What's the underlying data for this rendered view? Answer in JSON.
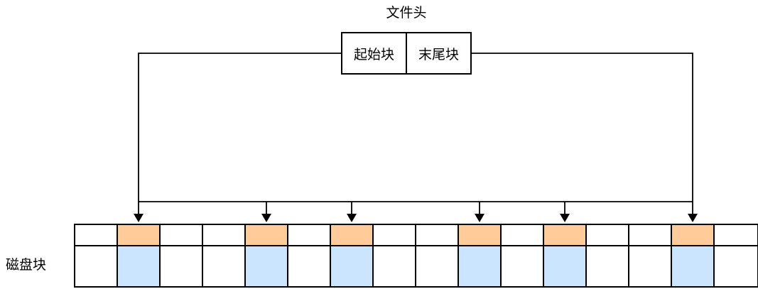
{
  "diagram": {
    "title": "文件头",
    "header_box": {
      "cells": [
        {
          "label": "起始块"
        },
        {
          "label": "末尾块"
        }
      ]
    },
    "disk_label": "磁盘块",
    "disk_blocks": {
      "count": 16,
      "rows": 2,
      "highlighted_indices": [
        1,
        4,
        6,
        9,
        11,
        14
      ],
      "arrow_count": 6
    },
    "colors": {
      "highlight_top": "#FFCC99",
      "highlight_bottom": "#CCE5FF",
      "line": "#000000",
      "background": "#FFFFFF"
    }
  }
}
